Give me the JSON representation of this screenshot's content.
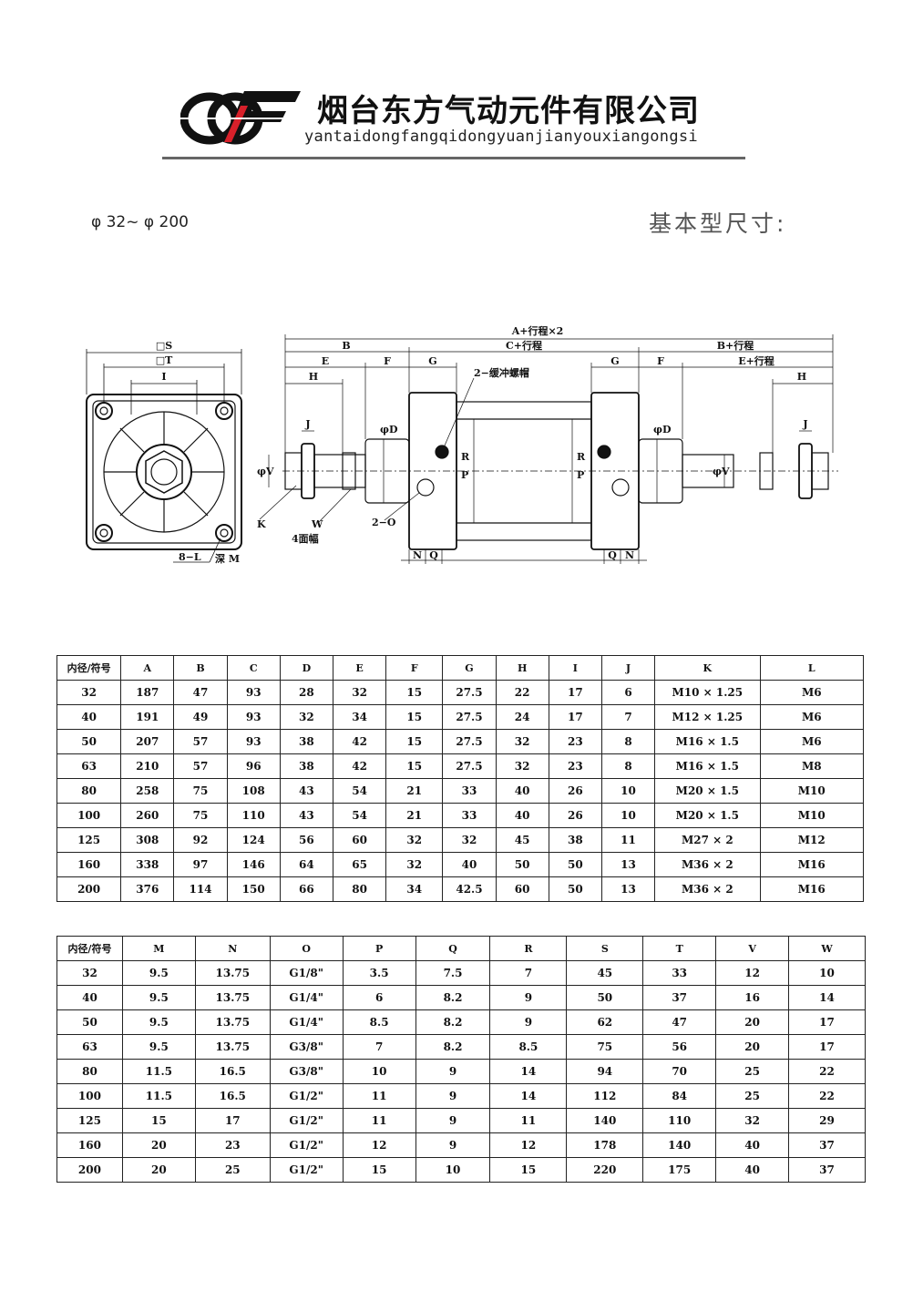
{
  "header": {
    "company_name_cn": "烟台东方气动元件有限公司",
    "company_name_pinyin": "yantaidongfangqidongyuanjianyouxiangongsi"
  },
  "bore_range": "φ 32~ φ 200",
  "section_title": "基本型尺寸:",
  "drawing": {
    "front_view": {
      "label_S": "□S",
      "label_T": "□T",
      "label_I": "I",
      "label_8L": "8−L",
      "label_depth": "深 M"
    },
    "side_view": {
      "overall": "A+行程×2",
      "B": "B",
      "C": "C+行程",
      "Bs": "B+行程",
      "E": "E",
      "F": "F",
      "G": "G",
      "Es": "E+行程",
      "H": "H",
      "J": "J",
      "D": "φD",
      "V": "φV",
      "P": "P",
      "R": "R",
      "K": "K",
      "W": "W",
      "W_note": "4面幅",
      "O": "2−O",
      "N": "N",
      "Q": "Q",
      "cushion": "2−缓冲螺帽"
    }
  },
  "table1": {
    "headers": [
      "内径/符号",
      "A",
      "B",
      "C",
      "D",
      "E",
      "F",
      "G",
      "H",
      "I",
      "J",
      "K",
      "L"
    ],
    "rows": [
      [
        "32",
        "187",
        "47",
        "93",
        "28",
        "32",
        "15",
        "27.5",
        "22",
        "17",
        "6",
        "M10 × 1.25",
        "M6"
      ],
      [
        "40",
        "191",
        "49",
        "93",
        "32",
        "34",
        "15",
        "27.5",
        "24",
        "17",
        "7",
        "M12 × 1.25",
        "M6"
      ],
      [
        "50",
        "207",
        "57",
        "93",
        "38",
        "42",
        "15",
        "27.5",
        "32",
        "23",
        "8",
        "M16 × 1.5",
        "M6"
      ],
      [
        "63",
        "210",
        "57",
        "96",
        "38",
        "42",
        "15",
        "27.5",
        "32",
        "23",
        "8",
        "M16 × 1.5",
        "M8"
      ],
      [
        "80",
        "258",
        "75",
        "108",
        "43",
        "54",
        "21",
        "33",
        "40",
        "26",
        "10",
        "M20 × 1.5",
        "M10"
      ],
      [
        "100",
        "260",
        "75",
        "110",
        "43",
        "54",
        "21",
        "33",
        "40",
        "26",
        "10",
        "M20 × 1.5",
        "M10"
      ],
      [
        "125",
        "308",
        "92",
        "124",
        "56",
        "60",
        "32",
        "32",
        "45",
        "38",
        "11",
        "M27 × 2",
        "M12"
      ],
      [
        "160",
        "338",
        "97",
        "146",
        "64",
        "65",
        "32",
        "40",
        "50",
        "50",
        "13",
        "M36 × 2",
        "M16"
      ],
      [
        "200",
        "376",
        "114",
        "150",
        "66",
        "80",
        "34",
        "42.5",
        "60",
        "50",
        "13",
        "M36 × 2",
        "M16"
      ]
    ]
  },
  "table2": {
    "headers": [
      "内径/符号",
      "M",
      "N",
      "O",
      "P",
      "Q",
      "R",
      "S",
      "T",
      "V",
      "W"
    ],
    "rows": [
      [
        "32",
        "9.5",
        "13.75",
        "G1/8\"",
        "3.5",
        "7.5",
        "7",
        "45",
        "33",
        "12",
        "10"
      ],
      [
        "40",
        "9.5",
        "13.75",
        "G1/4\"",
        "6",
        "8.2",
        "9",
        "50",
        "37",
        "16",
        "14"
      ],
      [
        "50",
        "9.5",
        "13.75",
        "G1/4\"",
        "8.5",
        "8.2",
        "9",
        "62",
        "47",
        "20",
        "17"
      ],
      [
        "63",
        "9.5",
        "13.75",
        "G3/8\"",
        "7",
        "8.2",
        "8.5",
        "75",
        "56",
        "20",
        "17"
      ],
      [
        "80",
        "11.5",
        "16.5",
        "G3/8\"",
        "10",
        "9",
        "14",
        "94",
        "70",
        "25",
        "22"
      ],
      [
        "100",
        "11.5",
        "16.5",
        "G1/2\"",
        "11",
        "9",
        "14",
        "112",
        "84",
        "25",
        "22"
      ],
      [
        "125",
        "15",
        "17",
        "G1/2\"",
        "11",
        "9",
        "11",
        "140",
        "110",
        "32",
        "29"
      ],
      [
        "160",
        "20",
        "23",
        "G1/2\"",
        "12",
        "9",
        "12",
        "178",
        "140",
        "40",
        "37"
      ],
      [
        "200",
        "20",
        "25",
        "G1/2\"",
        "15",
        "10",
        "15",
        "220",
        "175",
        "40",
        "37"
      ]
    ]
  }
}
